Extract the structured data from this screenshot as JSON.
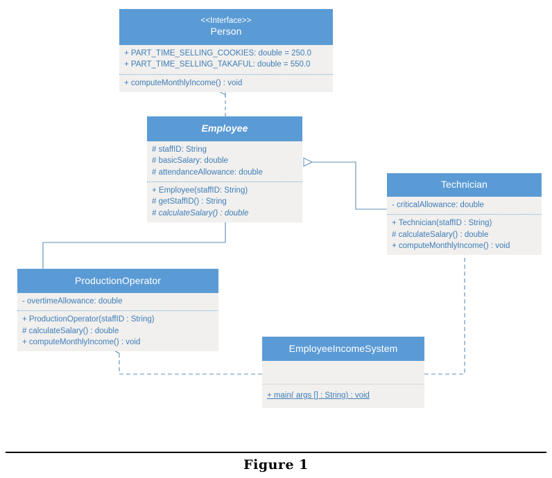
{
  "figure": {
    "caption": "Figure 1"
  },
  "diagram": {
    "type": "uml-class-diagram",
    "colors": {
      "header_fill": "#5B9BD5",
      "body_fill": "#F1F0EE",
      "member_text": "#3E7CB8",
      "header_text": "#FFFFFF",
      "connector": "#5B8DB8"
    },
    "classes": [
      {
        "id": "person",
        "stereotype": "<<Interface>>",
        "name": "Person",
        "abstract": false,
        "attributes": [
          "+ PART_TIME_SELLING_COOKIES: double = 250.0",
          "+ PART_TIME_SELLING_TAKAFUL: double = 550.0"
        ],
        "methods": [
          "+ computeMonthlyIncome() : void"
        ]
      },
      {
        "id": "employee",
        "stereotype": "",
        "name": "Employee",
        "abstract": true,
        "attributes": [
          "# staffID: String",
          "# basicSalary: double",
          "# attendanceAllowance: double"
        ],
        "methods": [
          "+ Employee(staffID: String)",
          "# getStaffID() : String",
          "# calculateSalary() : double"
        ],
        "abstract_methods": [
          "# calculateSalary() : double"
        ]
      },
      {
        "id": "technician",
        "stereotype": "",
        "name": "Technician",
        "abstract": false,
        "attributes": [
          "- criticalAllowance: double"
        ],
        "methods": [
          "+ Technician(staffID : String)",
          "# calculateSalary() : double",
          "+ computeMonthlyIncome() : void"
        ]
      },
      {
        "id": "production-operator",
        "stereotype": "",
        "name": "ProductionOperator",
        "abstract": false,
        "attributes": [
          "- overtimeAllowance: double"
        ],
        "methods": [
          "+ ProductionOperator(staffID : String)",
          "# calculateSalary() : double",
          "+ computeMonthlyIncome() : void"
        ]
      },
      {
        "id": "employee-income-system",
        "stereotype": "",
        "name": "EmployeeIncomeSystem",
        "abstract": false,
        "attributes": [],
        "methods": [
          "+ main( args [] : String) : void"
        ],
        "static_methods": [
          "+ main( args [] : String) : void"
        ]
      }
    ],
    "relationships": [
      {
        "id": "rel-employee-realizes-person",
        "from": "employee",
        "to": "person",
        "kind": "realization",
        "line": "dashed",
        "arrowhead": "hollow-triangle"
      },
      {
        "id": "rel-technician-extends-employee",
        "from": "technician",
        "to": "employee",
        "kind": "generalization",
        "line": "solid",
        "arrowhead": "hollow-triangle"
      },
      {
        "id": "rel-productionoperator-extends-employee",
        "from": "production-operator",
        "to": "employee",
        "kind": "generalization",
        "line": "solid",
        "arrowhead": "hollow-triangle"
      },
      {
        "id": "rel-system-depends-productionoperator",
        "from": "employee-income-system",
        "to": "production-operator",
        "kind": "dependency",
        "line": "dashed",
        "arrowhead": "open-arrow"
      },
      {
        "id": "rel-system-depends-technician",
        "from": "employee-income-system",
        "to": "technician",
        "kind": "dependency",
        "line": "dashed",
        "arrowhead": "open-arrow"
      }
    ]
  }
}
